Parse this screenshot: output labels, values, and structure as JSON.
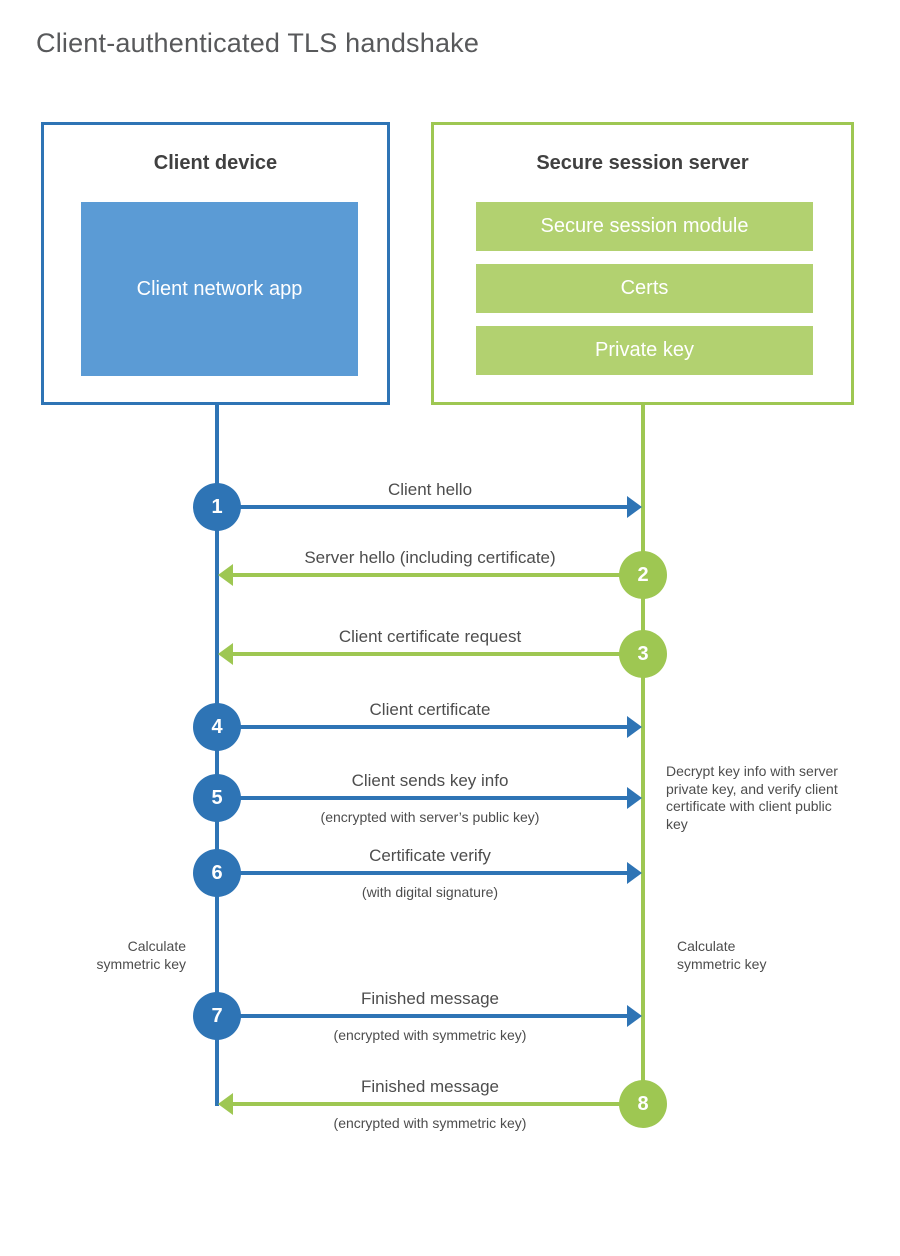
{
  "title": "Client-authenticated TLS handshake",
  "colors": {
    "client_accent": "#2e74b5",
    "client_fill": "#5b9bd5",
    "server_accent": "#9ec752",
    "server_fill": "#b2d170",
    "text": "#4d4d4d"
  },
  "client_box": {
    "title": "Client device",
    "app": "Client network app"
  },
  "server_box": {
    "title": "Secure session server",
    "modules": [
      "Secure session module",
      "Certs",
      "Private key"
    ]
  },
  "steps": [
    {
      "num": "1",
      "from": "client",
      "label": "Client hello"
    },
    {
      "num": "2",
      "from": "server",
      "label": "Server hello (including certificate)"
    },
    {
      "num": "3",
      "from": "server",
      "label": "Client certificate request"
    },
    {
      "num": "4",
      "from": "client",
      "label": "Client certificate"
    },
    {
      "num": "5",
      "from": "client",
      "label": "Client sends key info",
      "sub": "(encrypted with server’s public key)"
    },
    {
      "num": "6",
      "from": "client",
      "label": "Certificate verify",
      "sub": "(with digital signature)"
    },
    {
      "num": "7",
      "from": "client",
      "label": "Finished message",
      "sub": "(encrypted with symmetric key)"
    },
    {
      "num": "8",
      "from": "server",
      "label": "Finished message",
      "sub": "(encrypted with symmetric key)"
    }
  ],
  "notes": {
    "decrypt": "Decrypt key info with server private key, and verify client certificate with client public key",
    "calc_client": "Calculate symmetric key",
    "calc_server": "Calculate symmetric key"
  }
}
